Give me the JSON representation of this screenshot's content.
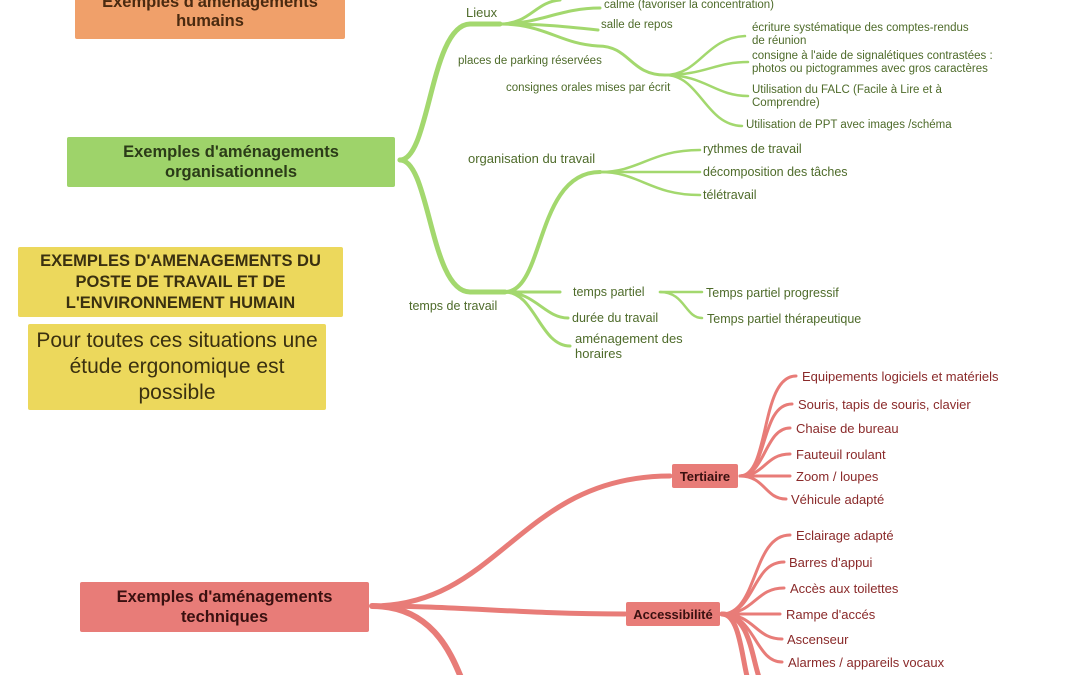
{
  "boxes": {
    "humains": "Exemples d'aménagements humains",
    "organisationnels": "Exemples d'aménagements organisationnels",
    "poste": "EXEMPLES D'AMENAGEMENTS DU POSTE DE TRAVAIL ET DE L'ENVIRONNEMENT HUMAIN",
    "ergonomique": "Pour toutes ces situations une étude ergonomique est possible",
    "techniques": "Exemples d'aménagements techniques"
  },
  "organisationnels": {
    "lieux": "Lieux",
    "calme": "calme (favoriser la concentration)",
    "salle_repos": "salle de repos",
    "parking": "places de parking réservées",
    "consignes_orales": "consignes orales mises par écrit",
    "ecriture": "écriture systématique des comptes-rendus de réunion",
    "signaletiques": "consigne à l'aide de signalétiques contrastées : photos ou pictogrammes avec gros caractères",
    "falc": "Utilisation du FALC (Facile à Lire et à Comprendre)",
    "ppt": "Utilisation de PPT avec images /schéma",
    "organisation_travail": "organisation du travail",
    "rythmes": "rythmes de travail",
    "decomposition": "décomposition des tâches",
    "teletravail": "télétravail",
    "temps_travail": "temps de travail",
    "temps_partiel": "temps partiel",
    "duree": "durée du travail",
    "amenagement_horaires": "aménagement des horaires",
    "progressif": "Temps partiel progressif",
    "therapeutique": "Temps partiel thérapeutique"
  },
  "techniques": {
    "tertiaire": "Tertiaire",
    "accessibilite": "Accessibilité",
    "tertiaire_items": [
      "Equipements logiciels et matériels",
      "Souris, tapis de souris, clavier",
      "Chaise de bureau",
      "Fauteuil roulant",
      "Zoom / loupes",
      "Véhicule adapté"
    ],
    "accessibilite_items": [
      "Eclairage adapté",
      "Barres d'appui",
      "Accès aux toilettes",
      "Rampe d'accés",
      "Ascenseur",
      "Alarmes / appareils vocaux"
    ]
  },
  "colors": {
    "humains": "#f0a06a",
    "organisationnels": "#9ed36a",
    "branch_green": "#a3d86e",
    "poste": "#ecd85c",
    "techniques": "#e87c78",
    "branch_red": "#e87c78"
  }
}
